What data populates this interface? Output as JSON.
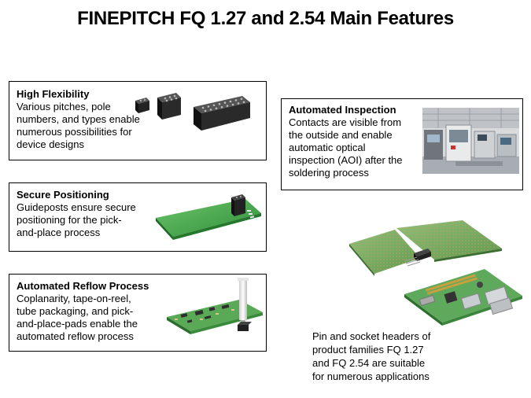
{
  "title": "FINEPITCH FQ 1.27 and 2.54 Main Features",
  "features": [
    {
      "heading": "High Flexibility",
      "lines": [
        "Various pitches, pole",
        "numbers, and types enable",
        "numerous possibilities for",
        "device designs"
      ]
    },
    {
      "heading": "Secure Positioning",
      "lines": [
        "Guideposts ensure secure",
        "positioning for the pick-",
        "and-place process"
      ]
    },
    {
      "heading": "Automated  Reflow Process",
      "lines": [
        "Coplanarity, tape-on-reel,",
        "tube packaging, and pick-",
        "and-place-pads enable the",
        "automated reflow process"
      ]
    },
    {
      "heading": "Automated Inspection",
      "lines": [
        "Contacts are visible from",
        "the outside and enable",
        "automatic optical",
        "inspection (AOI) after the",
        "soldering process"
      ]
    }
  ],
  "caption": [
    "Pin and socket headers of",
    "product families FQ 1.27",
    "and FQ 2.54 are suitable",
    "for numerous applications"
  ]
}
